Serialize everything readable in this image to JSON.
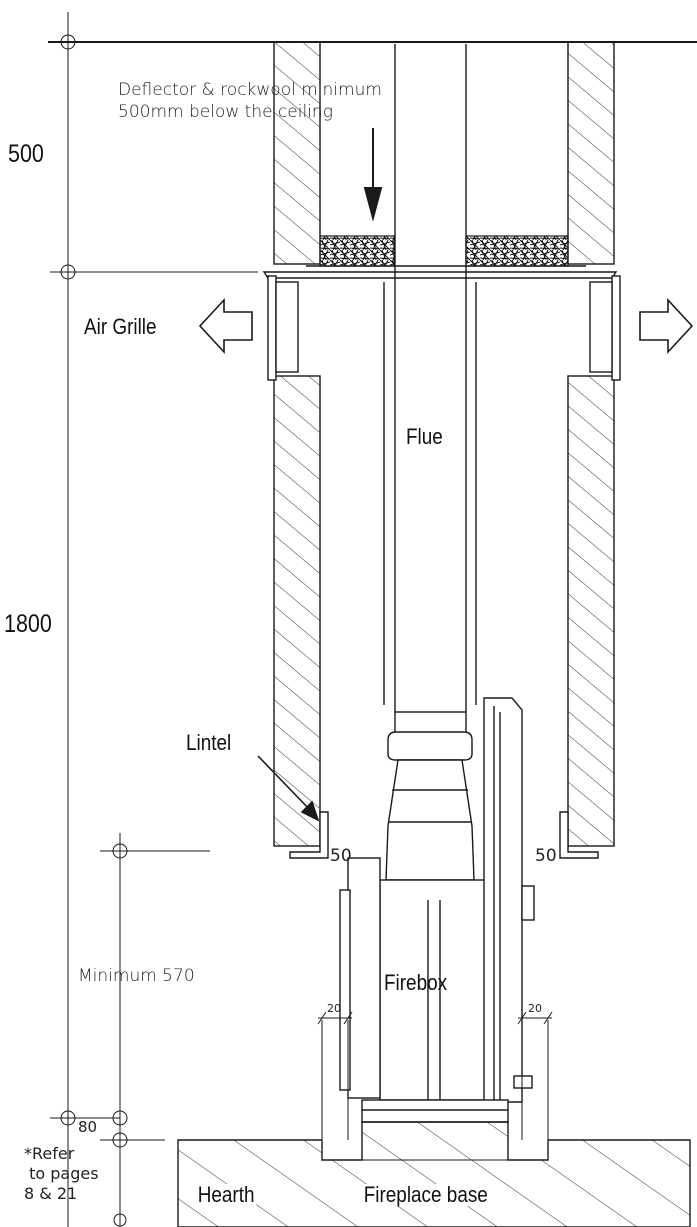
{
  "labels": {
    "deflector_note_line1": "Deflector & rockwool minimum",
    "deflector_note_line2": "500mm below the ceiling",
    "dim_500": "500",
    "dim_1800": "1800",
    "air_grille": "Air Grille",
    "flue": "Flue",
    "lintel": "Lintel",
    "gap_left": "50",
    "gap_right": "50",
    "minimum_570": "Minimum 570",
    "firebox": "Firebox",
    "clearance_left": "20",
    "clearance_right": "20",
    "dim_80": "80",
    "refer_line1": "*Refer",
    "refer_line2": " to pages",
    "refer_line3": "8 & 21",
    "hearth": "Hearth",
    "fireplace_base": "Fireplace base"
  },
  "colors": {
    "line": "#1a1a1a",
    "hatch": "#333333",
    "background": "#ffffff"
  }
}
